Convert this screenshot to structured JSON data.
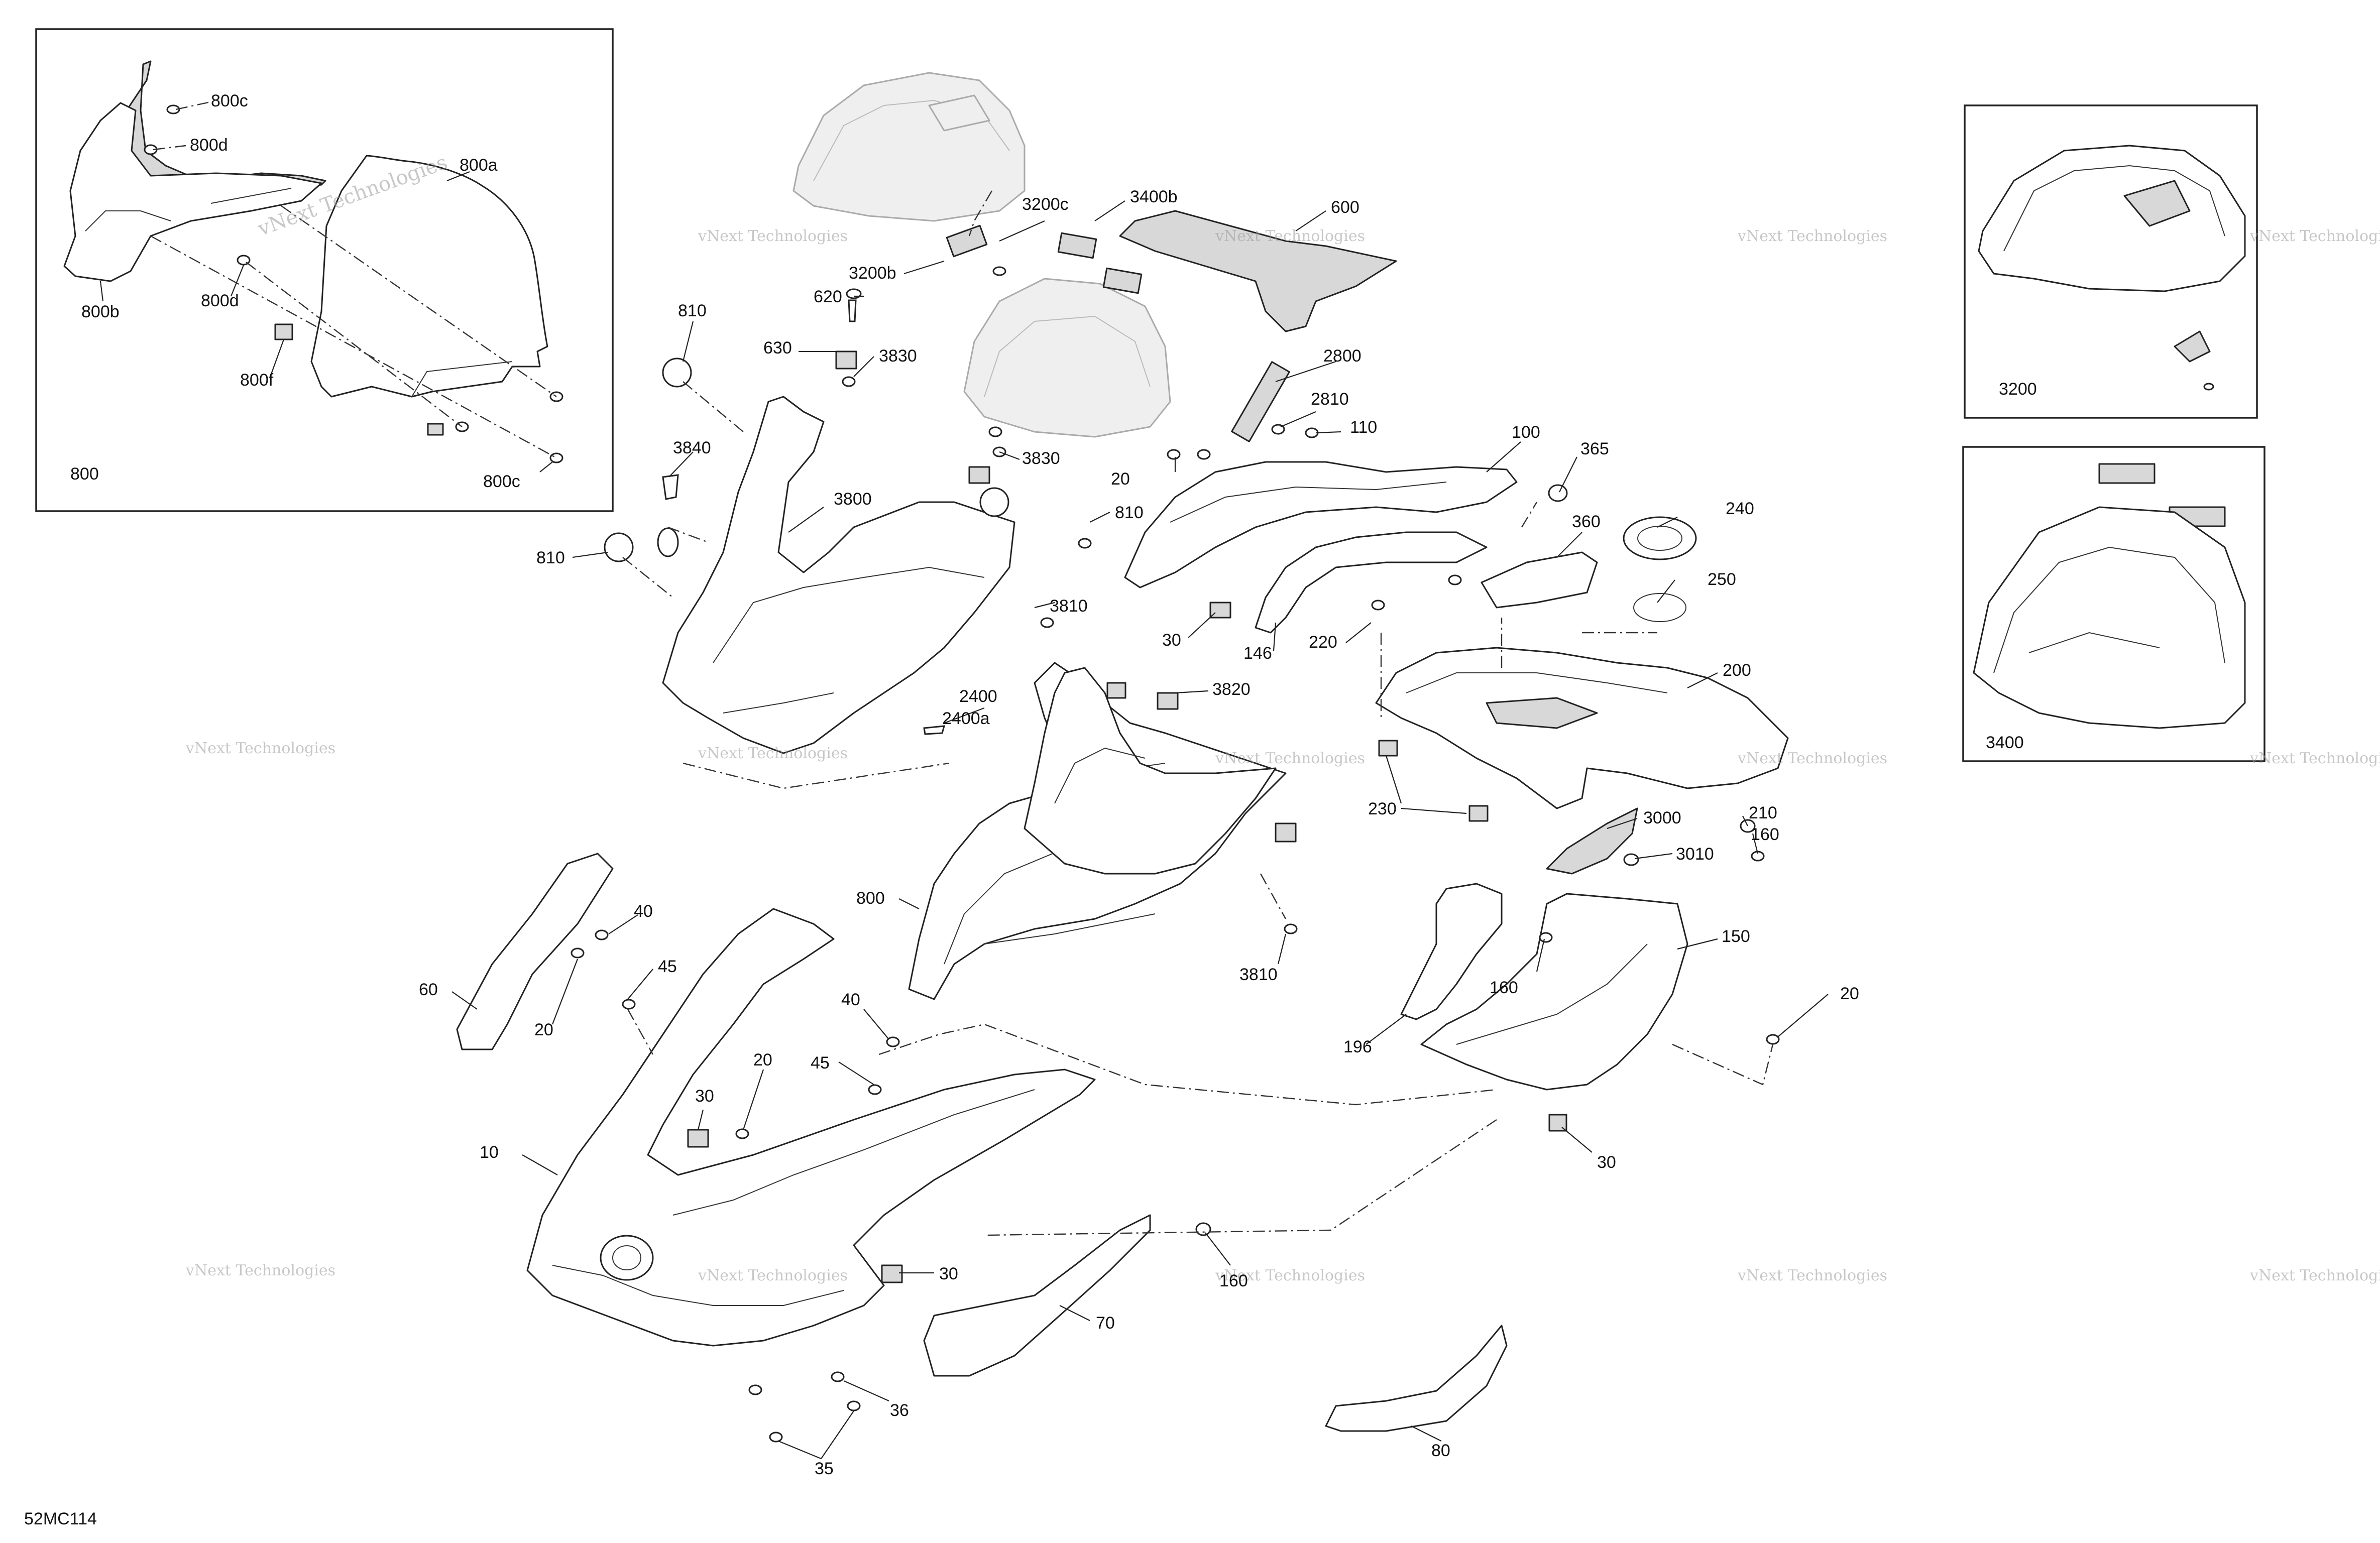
{
  "diagram_code": "52MC114",
  "watermark_texts": [
    "vNext Technologies",
    "vNext",
    "Technologies"
  ],
  "inset_boxes": {
    "kit_800": "800",
    "kit_3200": "3200",
    "kit_3400": "3400"
  },
  "labels": {
    "p800c_top": "800c",
    "p800d_top": "800d",
    "p800a": "800a",
    "p800b": "800b",
    "p800d_bot": "800d",
    "p800f": "800f",
    "p800c_bot": "800c",
    "p3200c": "3200c",
    "p3400b": "3400b",
    "p600": "600",
    "p3200b": "3200b",
    "p620": "620",
    "p810_top": "810",
    "p630": "630",
    "p3830_a": "3830",
    "p2800": "2800",
    "p2810": "2810",
    "p110": "110",
    "p100": "100",
    "p365": "365",
    "p3840": "3840",
    "p3830_b": "3830",
    "p20_a": "20",
    "p3800": "3800",
    "p810_mid": "810",
    "p360": "360",
    "p240": "240",
    "p810_left": "810",
    "p250": "250",
    "p3810_a": "3810",
    "p30_a": "30",
    "p146": "146",
    "p220": "220",
    "p200": "200",
    "p2400": "2400",
    "p2400a": "2400a",
    "p3820": "3820",
    "p230": "230",
    "p3000": "3000",
    "p210": "210",
    "p160_a": "160",
    "p3010": "3010",
    "p800": "800",
    "p40_a": "40",
    "p45_a": "45",
    "p60": "60",
    "p20_b": "20",
    "p3810_b": "3810",
    "p150": "150",
    "p160_b": "160",
    "p20_c": "20",
    "p40_b": "40",
    "p196": "196",
    "p45_b": "45",
    "p20_d": "20",
    "p30_b": "30",
    "p10": "10",
    "p30_c": "30",
    "p30_d": "30",
    "p160_c": "160",
    "p70": "70",
    "p36": "36",
    "p35": "35",
    "p80": "80"
  }
}
